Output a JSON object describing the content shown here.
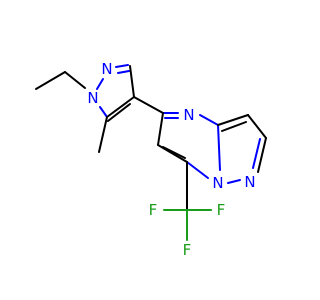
{
  "molecule": {
    "colors": {
      "carbon": "#000000",
      "nitrogen": "#0000ff",
      "fluorine": "#1a9d1a"
    },
    "atoms": [
      {
        "label": "N",
        "element": "nitrogen"
      },
      {
        "label": "N",
        "element": "nitrogen"
      },
      {
        "label": "N",
        "element": "nitrogen"
      },
      {
        "label": "N",
        "element": "nitrogen"
      },
      {
        "label": "N",
        "element": "nitrogen"
      },
      {
        "label": "F",
        "element": "fluorine"
      },
      {
        "label": "F",
        "element": "fluorine"
      },
      {
        "label": "F",
        "element": "fluorine"
      }
    ]
  }
}
